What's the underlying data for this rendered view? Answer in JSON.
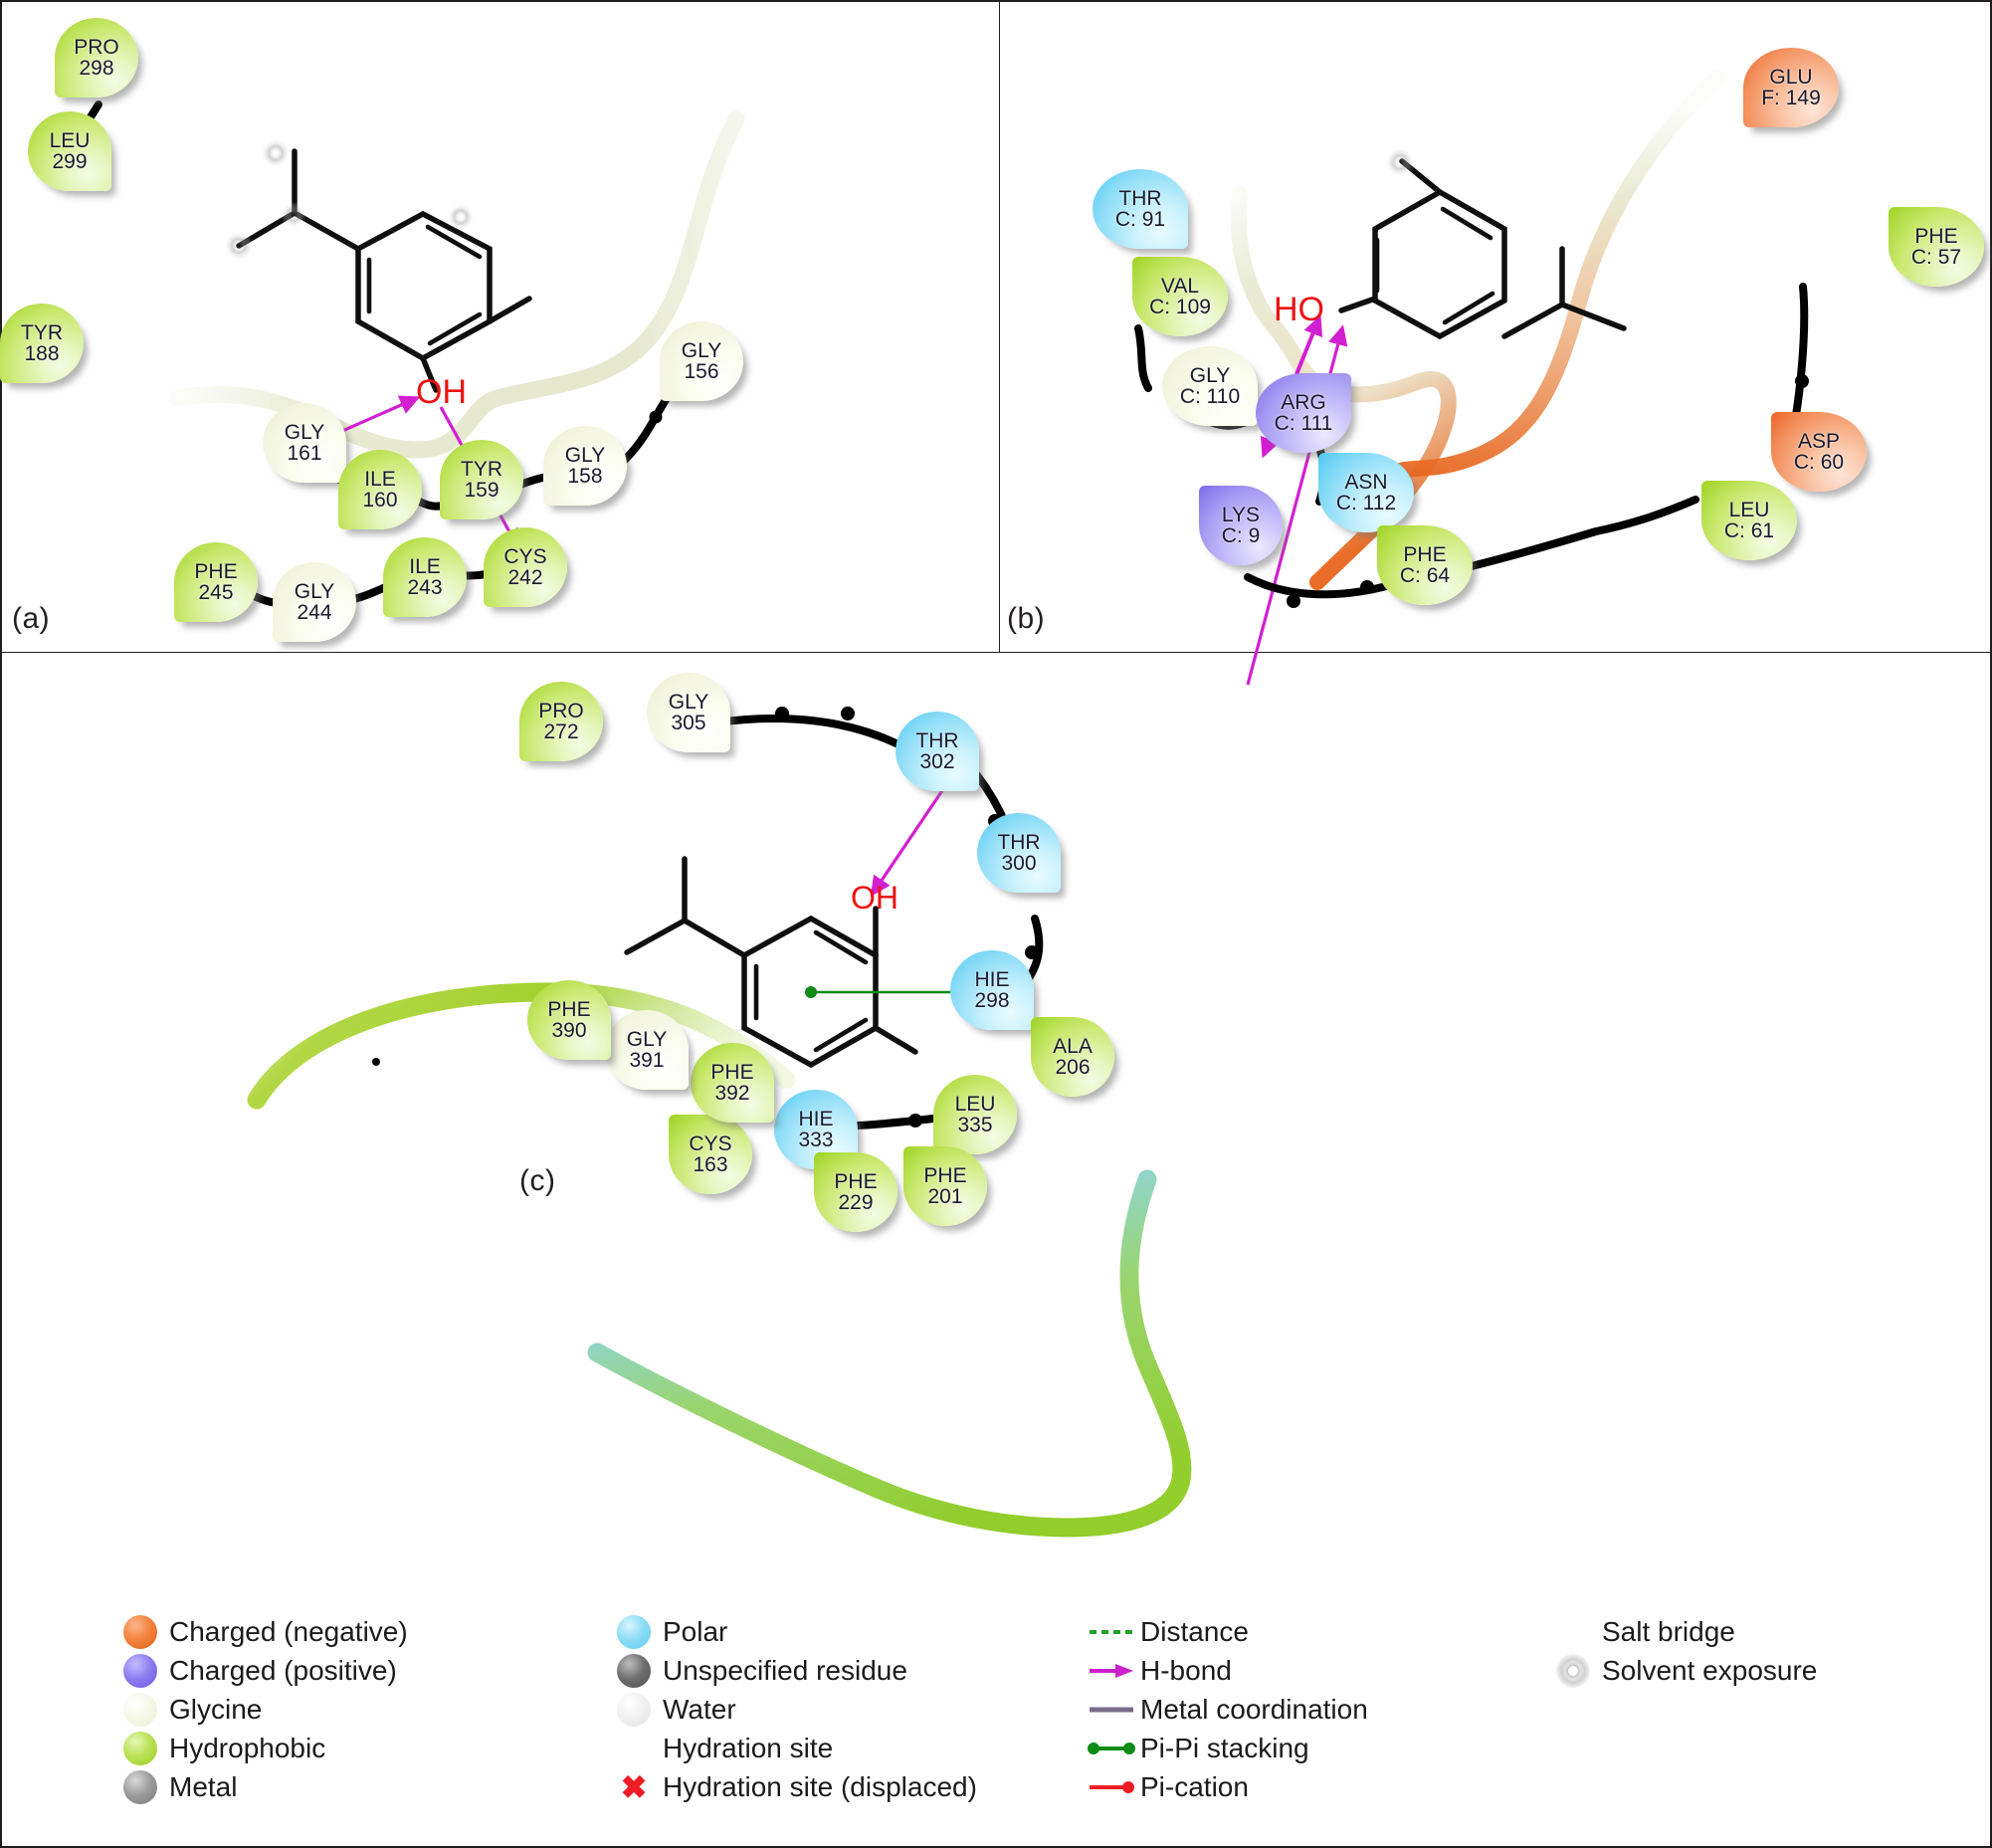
{
  "figure": {
    "type": "ligand-interaction-diagram",
    "panels": [
      {
        "id": "a",
        "label": "(a)",
        "ligand": "thymol",
        "ligand_oh_label": "OH"
      },
      {
        "id": "b",
        "label": "(b)",
        "ligand": "thymol",
        "ligand_oh_label": "HO"
      },
      {
        "id": "c",
        "label": "(c)",
        "ligand": "thymol",
        "ligand_oh_label": "OH"
      }
    ]
  },
  "panel_a": {
    "label": "(a)",
    "oh_label": "OH",
    "residues": [
      {
        "name": "PRO",
        "num": "298",
        "type": "hydrophobic",
        "solvent": true
      },
      {
        "name": "LEU",
        "num": "299",
        "type": "hydrophobic",
        "solvent": false
      },
      {
        "name": "TYR",
        "num": "188",
        "type": "hydrophobic",
        "solvent": true
      },
      {
        "name": "GLY",
        "num": "156",
        "type": "glycine",
        "solvent": false
      },
      {
        "name": "GLY",
        "num": "158",
        "type": "glycine",
        "solvent": false
      },
      {
        "name": "GLY",
        "num": "161",
        "type": "glycine",
        "solvent": false
      },
      {
        "name": "ILE",
        "num": "160",
        "type": "hydrophobic",
        "solvent": false
      },
      {
        "name": "TYR",
        "num": "159",
        "type": "hydrophobic",
        "solvent": false
      },
      {
        "name": "CYS",
        "num": "242",
        "type": "hydrophobic",
        "solvent": false
      },
      {
        "name": "ILE",
        "num": "243",
        "type": "hydrophobic",
        "solvent": false
      },
      {
        "name": "GLY",
        "num": "244",
        "type": "glycine",
        "solvent": false
      },
      {
        "name": "PHE",
        "num": "245",
        "type": "hydrophobic",
        "solvent": false
      }
    ],
    "interactions": [
      {
        "kind": "H-bond",
        "from": "GLY 161",
        "to": "OH"
      },
      {
        "kind": "H-bond",
        "from": "OH",
        "to": "CYS 242"
      }
    ]
  },
  "panel_b": {
    "label": "(b)",
    "oh_label": "HO",
    "residues": [
      {
        "name": "GLU",
        "num": "F: 149",
        "type": "charged-negative",
        "solvent": false
      },
      {
        "name": "THR",
        "num": "C: 91",
        "type": "polar",
        "solvent": true
      },
      {
        "name": "VAL",
        "num": "C: 109",
        "type": "hydrophobic",
        "solvent": true
      },
      {
        "name": "GLY",
        "num": "C: 110",
        "type": "glycine",
        "solvent": false
      },
      {
        "name": "ARG",
        "num": "C: 111",
        "type": "charged-positive",
        "solvent": false
      },
      {
        "name": "ASN",
        "num": "C: 112",
        "type": "polar",
        "solvent": false
      },
      {
        "name": "LYS",
        "num": "C: 9",
        "type": "charged-positive",
        "solvent": false
      },
      {
        "name": "PHE",
        "num": "C: 64",
        "type": "hydrophobic",
        "solvent": false
      },
      {
        "name": "LEU",
        "num": "C: 61",
        "type": "hydrophobic",
        "solvent": false
      },
      {
        "name": "ASP",
        "num": "C: 60",
        "type": "charged-negative",
        "solvent": false
      },
      {
        "name": "PHE",
        "num": "C: 57",
        "type": "hydrophobic",
        "solvent": false
      }
    ],
    "interactions": [
      {
        "kind": "H-bond",
        "from": "HO",
        "to": "GLY C: 110"
      },
      {
        "kind": "H-bond",
        "from": "LYS C: 9",
        "to": "HO"
      }
    ]
  },
  "panel_c": {
    "label": "(c)",
    "oh_label": "OH",
    "residues": [
      {
        "name": "PRO",
        "num": "272",
        "type": "hydrophobic",
        "solvent": false
      },
      {
        "name": "GLY",
        "num": "305",
        "type": "glycine",
        "solvent": false
      },
      {
        "name": "THR",
        "num": "302",
        "type": "polar",
        "solvent": true
      },
      {
        "name": "THR",
        "num": "300",
        "type": "polar",
        "solvent": true
      },
      {
        "name": "HIE",
        "num": "298",
        "type": "polar",
        "solvent": true
      },
      {
        "name": "ALA",
        "num": "206",
        "type": "hydrophobic",
        "solvent": true
      },
      {
        "name": "LEU",
        "num": "335",
        "type": "hydrophobic",
        "solvent": false
      },
      {
        "name": "HIE",
        "num": "333",
        "type": "polar",
        "solvent": true
      },
      {
        "name": "PHE",
        "num": "201",
        "type": "hydrophobic",
        "solvent": false
      },
      {
        "name": "PHE",
        "num": "229",
        "type": "hydrophobic",
        "solvent": true
      },
      {
        "name": "CYS",
        "num": "163",
        "type": "hydrophobic",
        "solvent": false
      },
      {
        "name": "PHE",
        "num": "392",
        "type": "hydrophobic",
        "solvent": false
      },
      {
        "name": "GLY",
        "num": "391",
        "type": "glycine",
        "solvent": false
      },
      {
        "name": "PHE",
        "num": "390",
        "type": "hydrophobic",
        "solvent": false
      }
    ],
    "interactions": [
      {
        "kind": "H-bond",
        "from": "THR 302",
        "to": "OH"
      },
      {
        "kind": "Pi-Pi stacking",
        "from": "ligand-ring",
        "to": "HIE 298"
      }
    ]
  },
  "legend": {
    "column1": [
      {
        "icon": "circle-orange",
        "label": "Charged (negative)",
        "color": "#ee6a2a"
      },
      {
        "icon": "circle-purple",
        "label": "Charged (positive)",
        "color": "#7b6ae8"
      },
      {
        "icon": "circle-cream",
        "label": "Glycine",
        "color": "#f2f5e2"
      },
      {
        "icon": "circle-green",
        "label": "Hydrophobic",
        "color": "#a6d42a"
      },
      {
        "icon": "circle-gray",
        "label": "Metal",
        "color": "#8e8e8e"
      }
    ],
    "column2": [
      {
        "icon": "circle-lightblue",
        "label": "Polar",
        "color": "#7dd8f5"
      },
      {
        "icon": "circle-darkgray",
        "label": "Unspecified residue",
        "color": "#616161"
      },
      {
        "icon": "circle-white",
        "label": "Water",
        "color": "#f0f0f0"
      },
      {
        "icon": "none",
        "label": "Hydration site",
        "color": "#ffffff"
      },
      {
        "icon": "x-mark-red",
        "label": "Hydration site (displaced)",
        "color": "#ee1c25"
      }
    ],
    "column3": [
      {
        "icon": "dashed-line-green",
        "label": "Distance",
        "color": "#22a02a"
      },
      {
        "icon": "arrow-magenta",
        "label": "H-bond",
        "color": "#cc22cc"
      },
      {
        "icon": "line-purple-gray",
        "label": "Metal coordination",
        "color": "#7a6b8a"
      },
      {
        "icon": "dumbbell-green",
        "label": "Pi-Pi stacking",
        "color": "#0f8b16"
      },
      {
        "icon": "ball-line-red",
        "label": "Pi-cation",
        "color": "#ee1c25"
      }
    ],
    "column4": [
      {
        "icon": "line-red-blue",
        "label": "Salt bridge",
        "color": "#e01b24"
      },
      {
        "icon": "halo-gray",
        "label": "Solvent exposure",
        "color": "#b3b3b3"
      }
    ]
  }
}
